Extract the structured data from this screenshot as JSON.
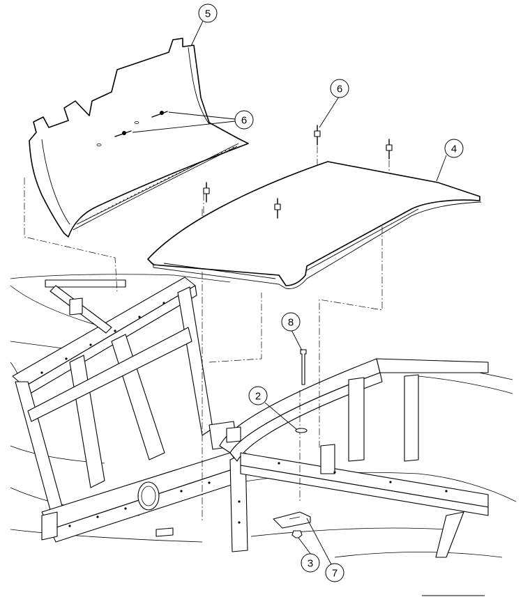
{
  "diagram": {
    "callouts": [
      {
        "id": "c5",
        "label": "5"
      },
      {
        "id": "c6a",
        "label": "6"
      },
      {
        "id": "c6b",
        "label": "6"
      },
      {
        "id": "c4",
        "label": "4"
      },
      {
        "id": "c8",
        "label": "8"
      },
      {
        "id": "c2",
        "label": "2"
      },
      {
        "id": "c3",
        "label": "3"
      },
      {
        "id": "c7",
        "label": "7"
      }
    ]
  }
}
